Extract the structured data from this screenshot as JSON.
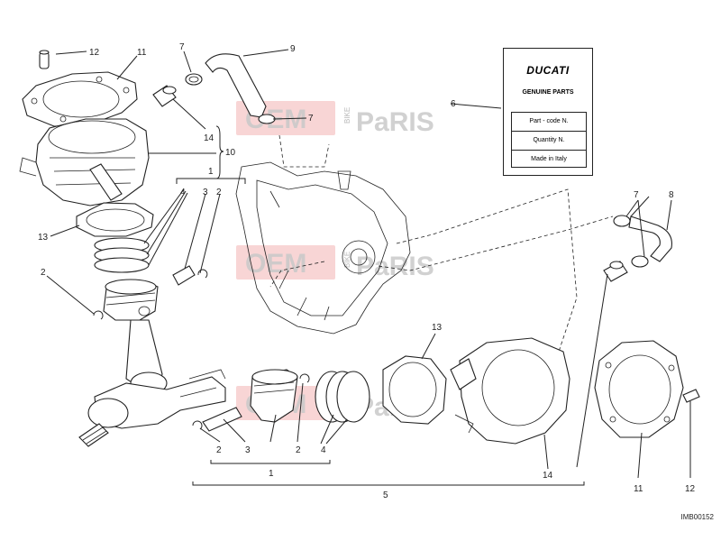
{
  "callouts": [
    {
      "id": "c12a",
      "text": "12"
    },
    {
      "id": "c11a",
      "text": "11"
    },
    {
      "id": "c7a",
      "text": "7"
    },
    {
      "id": "c9",
      "text": "9"
    },
    {
      "id": "c7b",
      "text": "7"
    },
    {
      "id": "c6",
      "text": "6"
    },
    {
      "id": "c14a",
      "text": "14"
    },
    {
      "id": "c10",
      "text": "10"
    },
    {
      "id": "c1a",
      "text": "1"
    },
    {
      "id": "c4a",
      "text": "4"
    },
    {
      "id": "c3a",
      "text": "3"
    },
    {
      "id": "c2a",
      "text": "2"
    },
    {
      "id": "c13a",
      "text": "13"
    },
    {
      "id": "c2b",
      "text": "2"
    },
    {
      "id": "c7c",
      "text": "7"
    },
    {
      "id": "c8",
      "text": "8"
    },
    {
      "id": "c13b",
      "text": "13"
    },
    {
      "id": "c2c",
      "text": "2"
    },
    {
      "id": "c3b",
      "text": "3"
    },
    {
      "id": "c2d",
      "text": "2"
    },
    {
      "id": "c4b",
      "text": "4"
    },
    {
      "id": "c1b",
      "text": "1"
    },
    {
      "id": "c5",
      "text": "5"
    },
    {
      "id": "c14b",
      "text": "14"
    },
    {
      "id": "c11b",
      "text": "11"
    },
    {
      "id": "c12b",
      "text": "12"
    }
  ],
  "label_card": {
    "brand": "DUCATI",
    "subtitle": "GENUINE PARTS",
    "rows": [
      "Part - code N.",
      "Quantity N.",
      "Made in Italy"
    ]
  },
  "watermark": {
    "oem": "OEM",
    "bike": "BIKE",
    "parts": "PaRIS"
  },
  "diagram_code": "IMB00152"
}
